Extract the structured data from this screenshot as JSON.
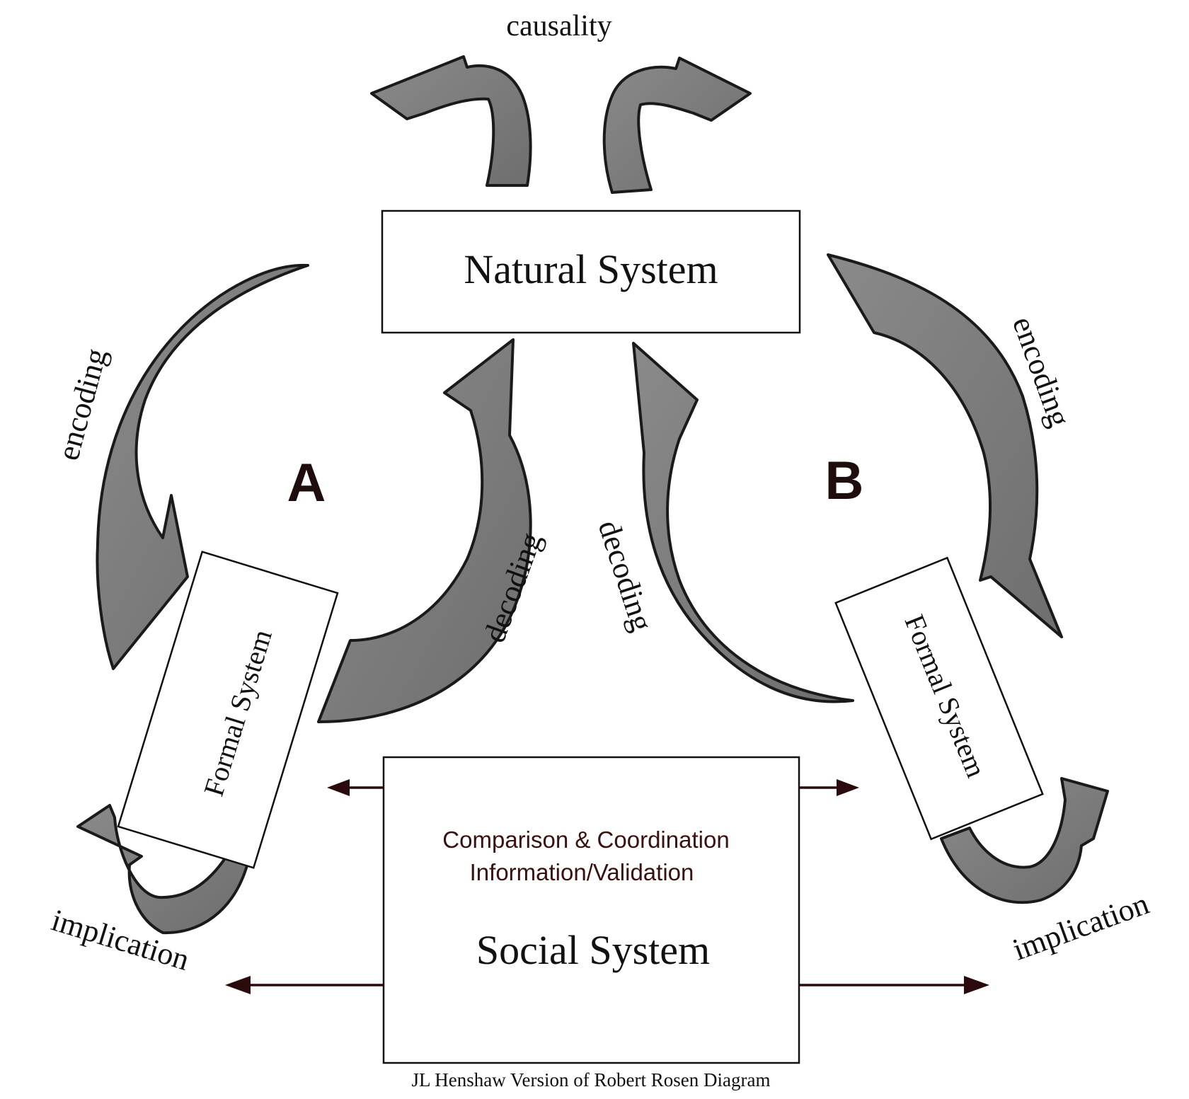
{
  "diagram": {
    "natural_system": "Natural System",
    "formal_system_a": "Formal System",
    "formal_system_b": "Formal System",
    "social_system": "Social System",
    "comparison_line1": "Comparison  & Coordination",
    "comparison_line2": "Information/Validation",
    "label_a": "A",
    "label_b": "B",
    "causality": "causality",
    "encoding_left": "encoding",
    "encoding_right": "encoding",
    "decoding_left": "decoding",
    "decoding_right": "decoding",
    "implication_left": "implication",
    "implication_right": "implication",
    "caption": "JL Henshaw Version of Robert Rosen Diagram"
  },
  "colors": {
    "arrow_fill": "#808080",
    "arrow_stroke": "#1a1a1a",
    "connector": "#2a0a0a",
    "comparison_text": "#3a1010",
    "letters": "#1f0d0d",
    "box_stroke": "#111111"
  }
}
